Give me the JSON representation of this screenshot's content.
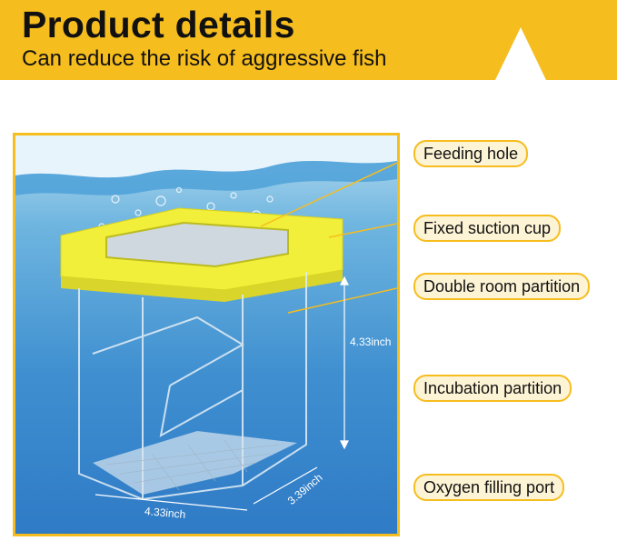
{
  "header": {
    "title": "Product details",
    "subtitle": "Can reduce the risk of aggressive fish"
  },
  "callouts": [
    {
      "label": "Feeding hole"
    },
    {
      "label": "Fixed suction cup"
    },
    {
      "label": "Double room partition"
    },
    {
      "label": "Incubation partition"
    },
    {
      "label": "Oxygen filling port"
    }
  ],
  "dimensions": {
    "height": "4.33inch",
    "width": "4.33inch",
    "depth": "3.39inch"
  },
  "colors": {
    "accent": "#f6bd1e",
    "callout_bg": "#fdf3d5",
    "water": "#3f8fd0",
    "rim": "#f2ef3a"
  }
}
